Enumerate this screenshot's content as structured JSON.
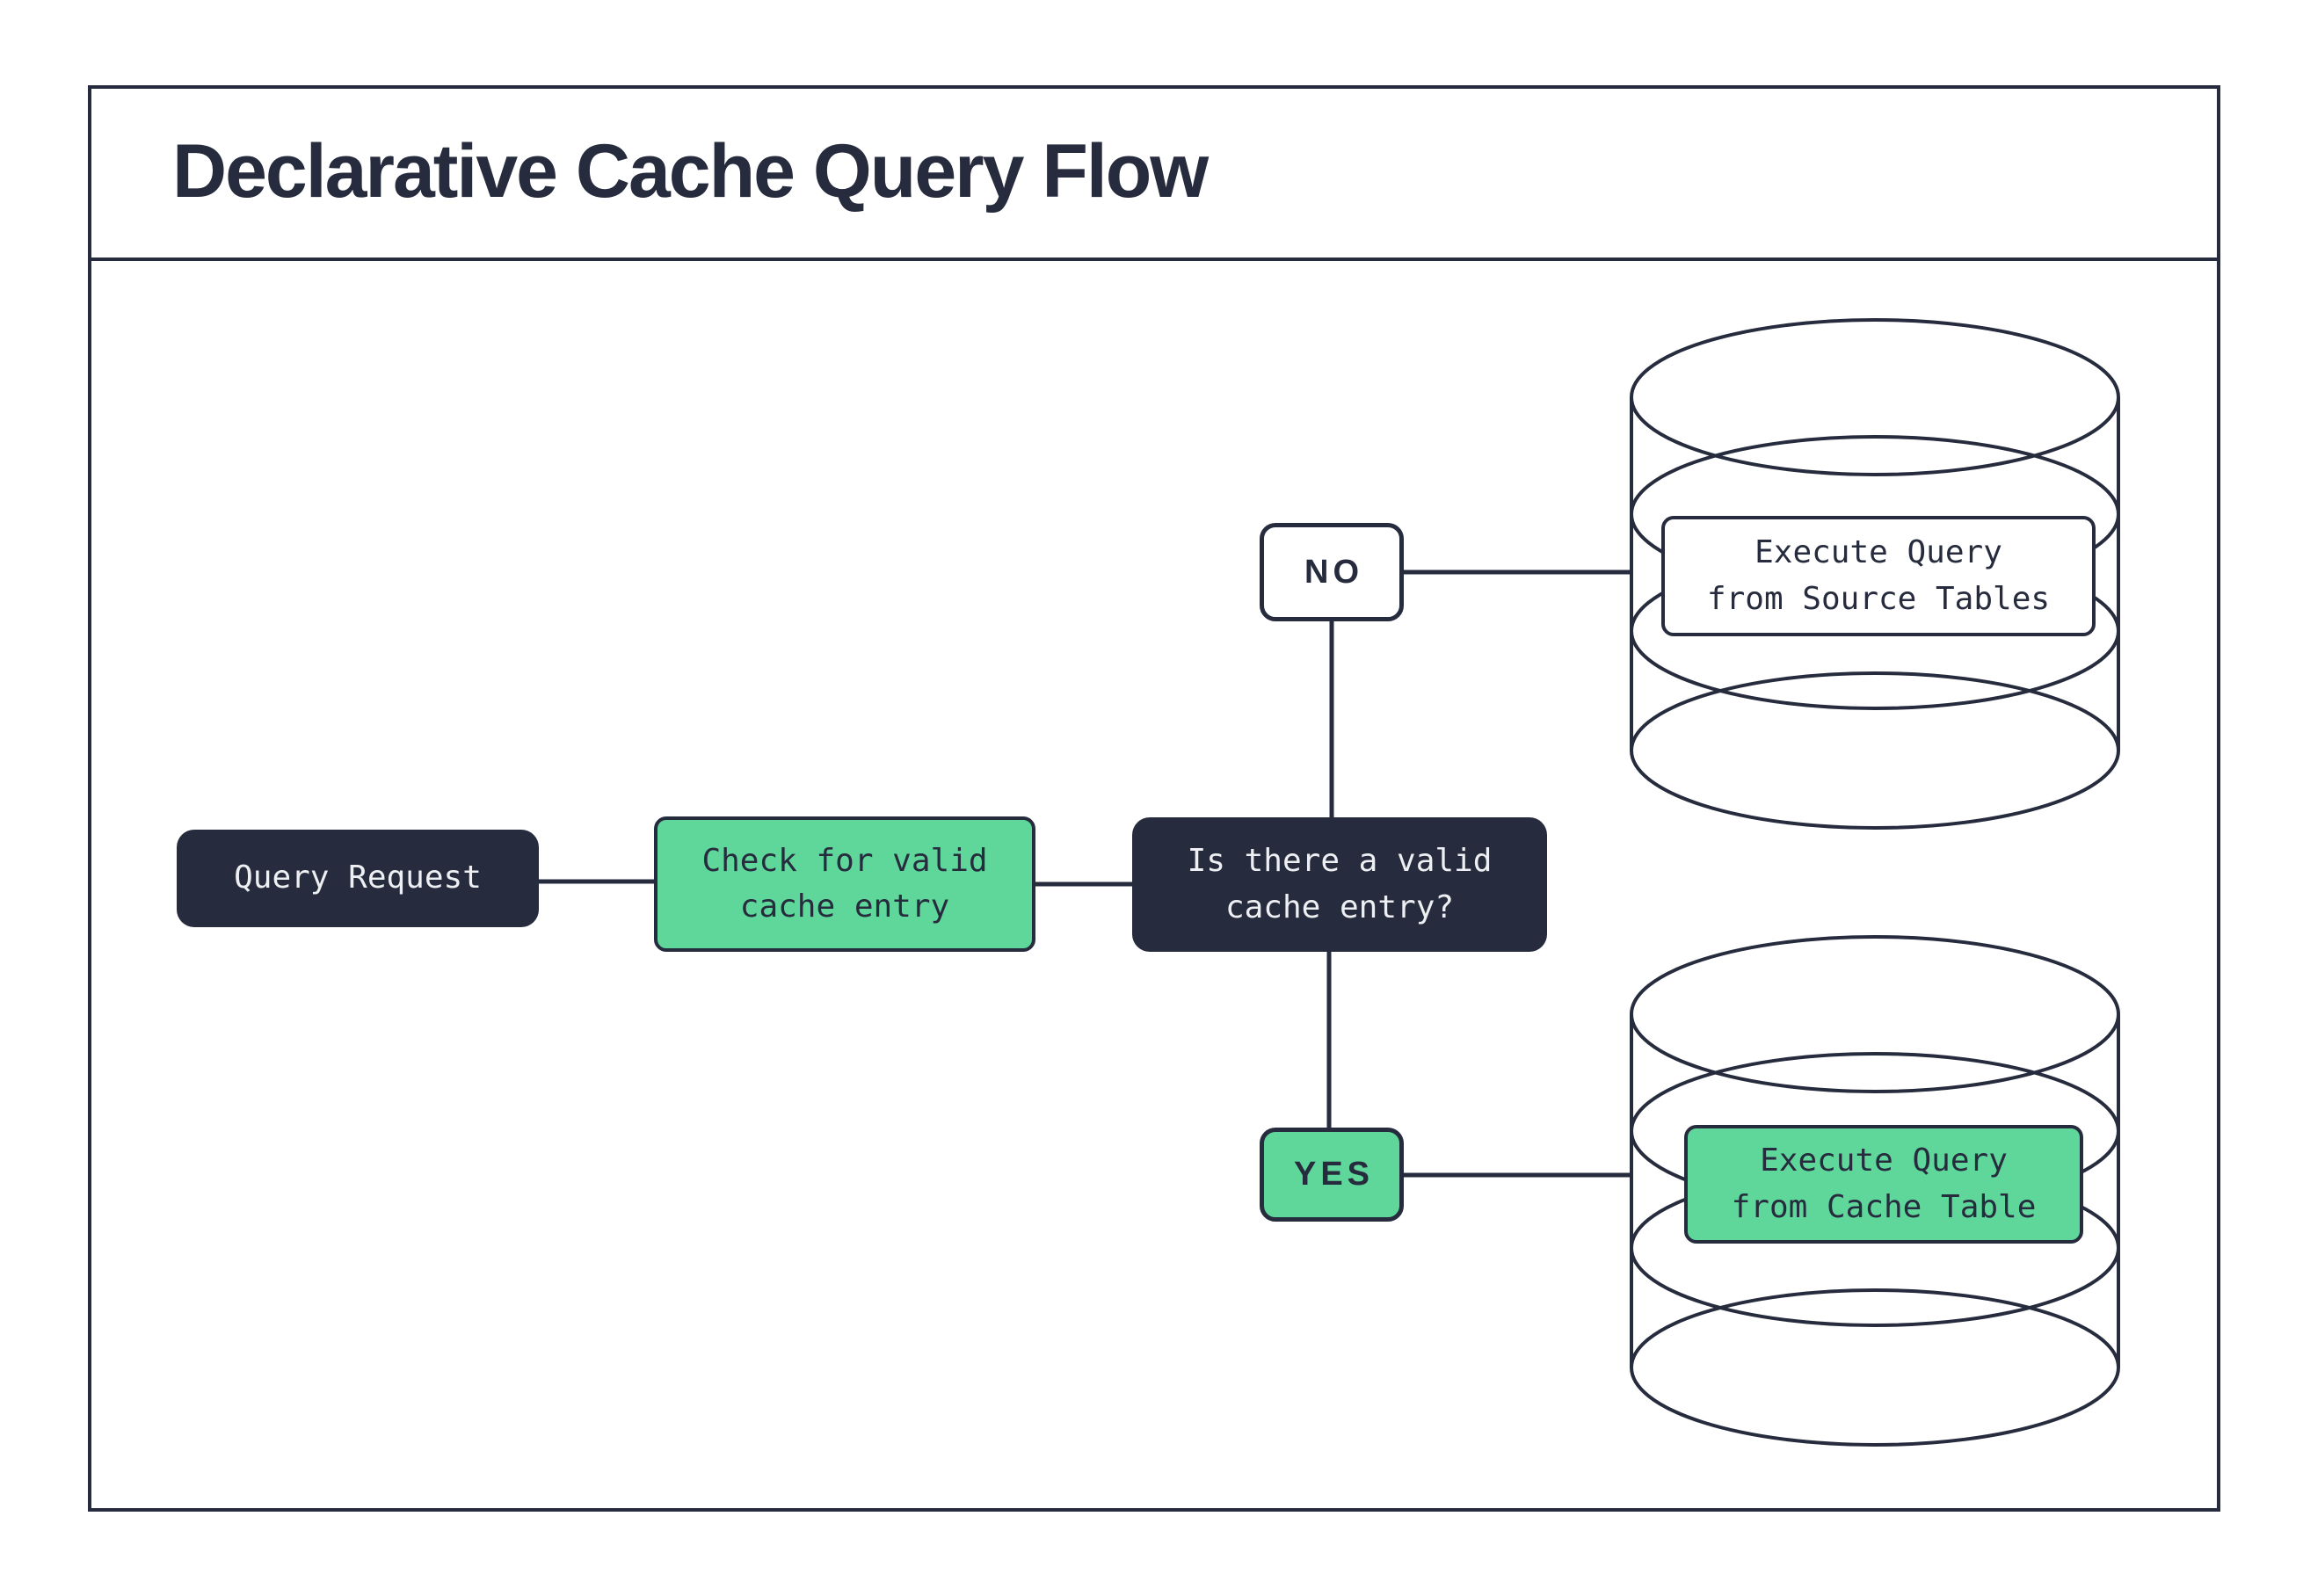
{
  "title": "Declarative Cache Query Flow",
  "colors": {
    "ink": "#262c3d",
    "green": "#5fd79b",
    "paper": "#ffffff",
    "light_text": "#edeff2"
  },
  "nodes": {
    "query_request": {
      "label": "Query Request",
      "variant": "dark"
    },
    "check_cache": {
      "label": "Check for valid\ncache entry",
      "variant": "green"
    },
    "cache_question": {
      "label": "Is there a valid\ncache entry?",
      "variant": "dark"
    },
    "source_db_action": {
      "label": "Execute Query\nfrom Source Tables",
      "variant": "white"
    },
    "cache_db_action": {
      "label": "Execute Query\nfrom Cache Table",
      "variant": "green"
    }
  },
  "edges": {
    "no_label": "NO",
    "yes_label": "YES"
  },
  "icons": {
    "source_db": "database-cylinder-icon",
    "cache_db": "database-cylinder-icon"
  }
}
